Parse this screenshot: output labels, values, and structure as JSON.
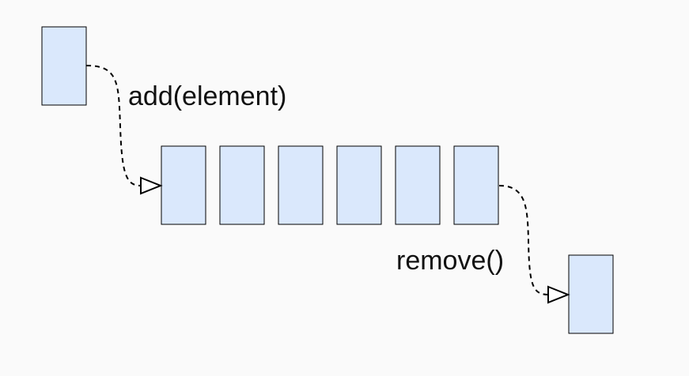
{
  "diagram": {
    "labels": {
      "add": "add(element)",
      "remove": "remove()"
    },
    "queue_length": 6,
    "colors": {
      "box_fill": "#dae8fc",
      "box_stroke": "#000000",
      "background": "#fafafa"
    }
  }
}
